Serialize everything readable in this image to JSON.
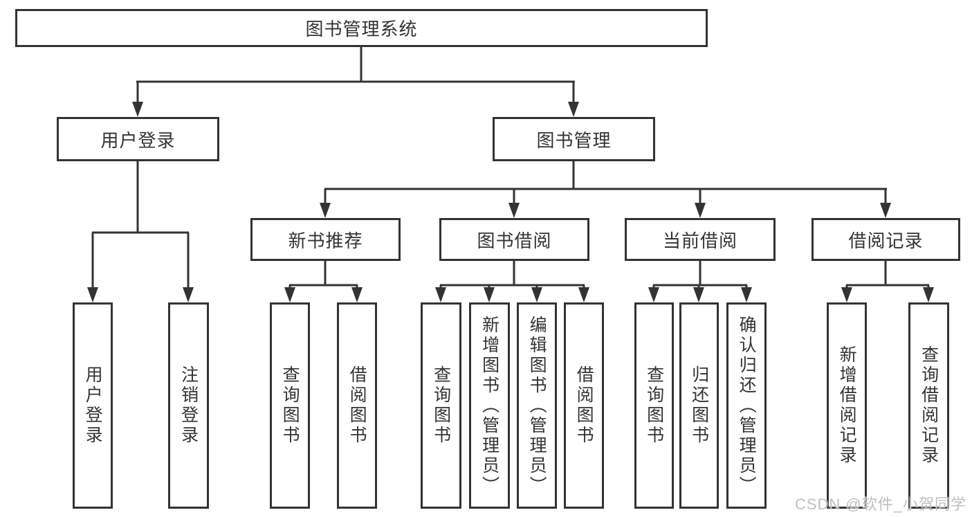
{
  "colors": {
    "background": "#ffffff",
    "line": "#333333",
    "box_border": "#333333",
    "box_fill": "#ffffff",
    "text": "#333333",
    "watermark": "#bfbfbf"
  },
  "nodes": {
    "root": "图书管理系统",
    "branches": [
      {
        "label": "用户登录",
        "children": [
          "用户登录",
          "注销登录"
        ]
      },
      {
        "label": "图书管理",
        "groups": [
          {
            "label": "新书推荐",
            "children": [
              "查询图书",
              "借阅图书"
            ]
          },
          {
            "label": "图书借阅",
            "children": [
              "查询图书",
              "新增图书（管理员）",
              "编辑图书（管理员）",
              "借阅图书"
            ]
          },
          {
            "label": "当前借阅",
            "children": [
              "查询图书",
              "归还图书",
              "确认归还（管理员）"
            ]
          },
          {
            "label": "借阅记录",
            "children": [
              "新增借阅记录",
              "查询借阅记录"
            ]
          }
        ]
      }
    ]
  },
  "watermark": "CSDN @软件_小贺同学"
}
